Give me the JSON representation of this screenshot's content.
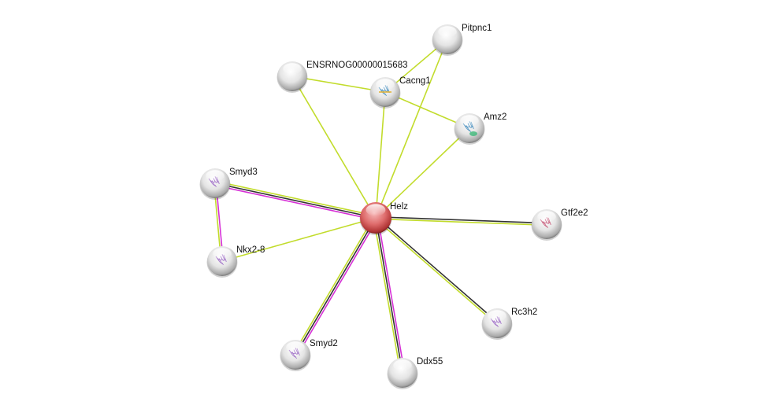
{
  "network": {
    "nodes": [
      {
        "id": "Helz",
        "label": "Helz",
        "query": true,
        "structure": "none"
      },
      {
        "id": "Pitpnc1",
        "label": "Pitpnc1",
        "structure": "none"
      },
      {
        "id": "ENSRNOG00000015683",
        "label": "ENSRNOG00000015683",
        "structure": "none"
      },
      {
        "id": "Cacng1",
        "label": "Cacng1",
        "structure": "protein-structure"
      },
      {
        "id": "Amz2",
        "label": "Amz2",
        "structure": "protein-structure"
      },
      {
        "id": "Smyd3",
        "label": "Smyd3",
        "structure": "protein-structure"
      },
      {
        "id": "Gtf2e2",
        "label": "Gtf2e2",
        "structure": "protein-structure"
      },
      {
        "id": "Nkx2-8",
        "label": "Nkx2-8",
        "structure": "protein-structure"
      },
      {
        "id": "Rc3h2",
        "label": "Rc3h2",
        "structure": "protein-structure"
      },
      {
        "id": "Smyd2",
        "label": "Smyd2",
        "structure": "protein-structure"
      },
      {
        "id": "Ddx55",
        "label": "Ddx55",
        "structure": "none"
      }
    ],
    "edges": [
      {
        "a": "Helz",
        "b": "ENSRNOG00000015683",
        "evidence": [
          "textmining"
        ]
      },
      {
        "a": "Helz",
        "b": "Cacng1",
        "evidence": [
          "textmining"
        ]
      },
      {
        "a": "Helz",
        "b": "Pitpnc1",
        "evidence": [
          "textmining"
        ]
      },
      {
        "a": "Helz",
        "b": "Amz2",
        "evidence": [
          "textmining"
        ]
      },
      {
        "a": "Helz",
        "b": "Smyd3",
        "evidence": [
          "experiments",
          "coexpression",
          "textmining"
        ]
      },
      {
        "a": "Helz",
        "b": "Gtf2e2",
        "evidence": [
          "coexpression",
          "textmining"
        ]
      },
      {
        "a": "Helz",
        "b": "Nkx2-8",
        "evidence": [
          "textmining"
        ]
      },
      {
        "a": "Helz",
        "b": "Rc3h2",
        "evidence": [
          "coexpression",
          "textmining"
        ]
      },
      {
        "a": "Helz",
        "b": "Smyd2",
        "evidence": [
          "experiments",
          "coexpression",
          "textmining"
        ]
      },
      {
        "a": "Helz",
        "b": "Ddx55",
        "evidence": [
          "experiments",
          "coexpression",
          "textmining"
        ]
      },
      {
        "a": "Smyd3",
        "b": "Nkx2-8",
        "evidence": [
          "experiments",
          "textmining"
        ]
      },
      {
        "a": "ENSRNOG00000015683",
        "b": "Cacng1",
        "evidence": [
          "textmining"
        ]
      },
      {
        "a": "Cacng1",
        "b": "Amz2",
        "evidence": [
          "textmining"
        ]
      },
      {
        "a": "Cacng1",
        "b": "Pitpnc1",
        "evidence": [
          "textmining"
        ]
      }
    ],
    "evidence_colors": {
      "experiments": "#d631d6",
      "coexpression": "#333333",
      "textmining": "#c2dc2c"
    },
    "node_colors": {
      "query": "#d85d5d",
      "default": "#d8d8d8"
    }
  }
}
